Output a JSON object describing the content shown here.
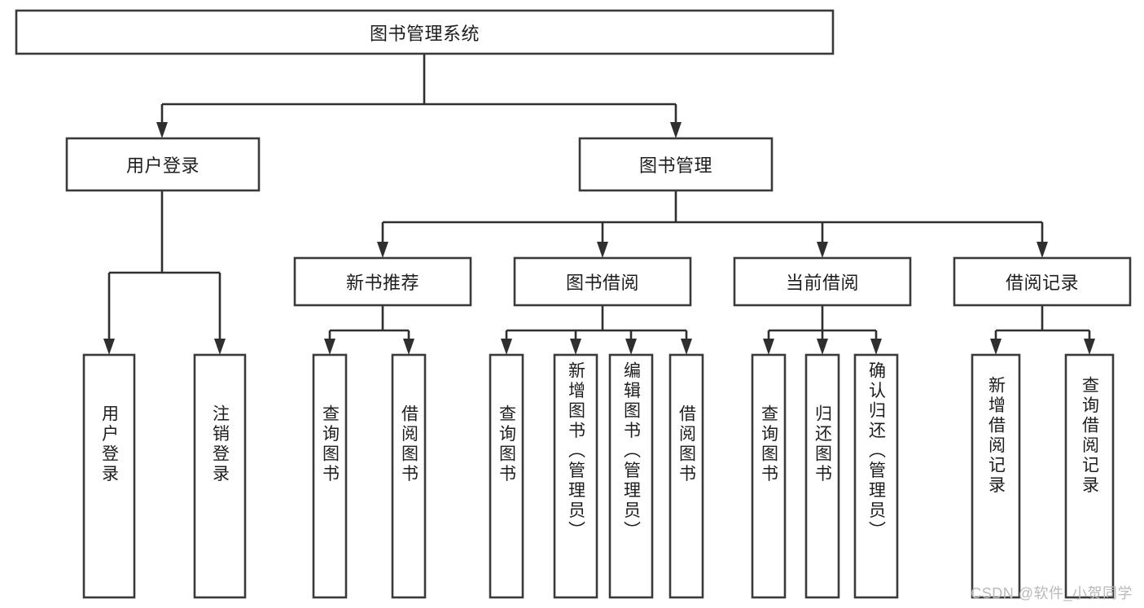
{
  "diagram": {
    "type": "tree-hierarchy",
    "title": "图书管理系统",
    "watermark": "CSDN @软件_小贺同学",
    "colors": {
      "box_stroke": "#3a3a3a",
      "connector": "#2f2f2f",
      "box_fill": "#ffffff",
      "text": "#1d1d1d",
      "watermark": "#b9b9b9",
      "background": "#ffffff"
    },
    "levels": {
      "level1": [
        "图书管理系统"
      ],
      "level2": [
        "用户登录",
        "图书管理"
      ],
      "level3": [
        "新书推荐",
        "图书借阅",
        "当前借阅",
        "借阅记录"
      ],
      "level4": [
        "用户登录",
        "注销登录",
        "查询图书",
        "借阅图书",
        "查询图书",
        "新增图书（管理员）",
        "编辑图书（管理员）",
        "借阅图书",
        "查询图书",
        "归还图书",
        "确认归还（管理员）",
        "新增借阅记录",
        "查询借阅记录"
      ]
    },
    "nodes": {
      "root": {
        "label": "图书管理系统"
      },
      "user_login": {
        "label": "用户登录"
      },
      "book_manage": {
        "label": "图书管理"
      },
      "new_book_rec": {
        "label": "新书推荐"
      },
      "book_borrow": {
        "label": "图书借阅"
      },
      "current_borrow": {
        "label": "当前借阅"
      },
      "borrow_record": {
        "label": "借阅记录"
      },
      "leaf_user_login": {
        "label": "用户登录"
      },
      "leaf_logout": {
        "label": "注销登录"
      },
      "leaf_query_book_1": {
        "label": "查询图书"
      },
      "leaf_borrow_book_1": {
        "label": "借阅图书"
      },
      "leaf_query_book_2": {
        "label": "查询图书"
      },
      "leaf_add_book": {
        "label": "新增图书（管理员）"
      },
      "leaf_edit_book": {
        "label": "编辑图书（管理员）"
      },
      "leaf_borrow_book_2": {
        "label": "借阅图书"
      },
      "leaf_query_book_3": {
        "label": "查询图书"
      },
      "leaf_return_book": {
        "label": "归还图书"
      },
      "leaf_confirm_return": {
        "label": "确认归还（管理员）"
      },
      "leaf_add_record": {
        "label": "新增借阅记录"
      },
      "leaf_query_record": {
        "label": "查询借阅记录"
      }
    },
    "edges": [
      {
        "from": "root",
        "to": "user_login"
      },
      {
        "from": "root",
        "to": "book_manage"
      },
      {
        "from": "user_login",
        "to": "leaf_user_login"
      },
      {
        "from": "user_login",
        "to": "leaf_logout"
      },
      {
        "from": "book_manage",
        "to": "new_book_rec"
      },
      {
        "from": "book_manage",
        "to": "book_borrow"
      },
      {
        "from": "book_manage",
        "to": "current_borrow"
      },
      {
        "from": "book_manage",
        "to": "borrow_record"
      },
      {
        "from": "new_book_rec",
        "to": "leaf_query_book_1"
      },
      {
        "from": "new_book_rec",
        "to": "leaf_borrow_book_1"
      },
      {
        "from": "book_borrow",
        "to": "leaf_query_book_2"
      },
      {
        "from": "book_borrow",
        "to": "leaf_add_book"
      },
      {
        "from": "book_borrow",
        "to": "leaf_edit_book"
      },
      {
        "from": "book_borrow",
        "to": "leaf_borrow_book_2"
      },
      {
        "from": "current_borrow",
        "to": "leaf_query_book_3"
      },
      {
        "from": "current_borrow",
        "to": "leaf_return_book"
      },
      {
        "from": "current_borrow",
        "to": "leaf_confirm_return"
      },
      {
        "from": "borrow_record",
        "to": "leaf_add_record"
      },
      {
        "from": "borrow_record",
        "to": "leaf_query_record"
      }
    ]
  }
}
